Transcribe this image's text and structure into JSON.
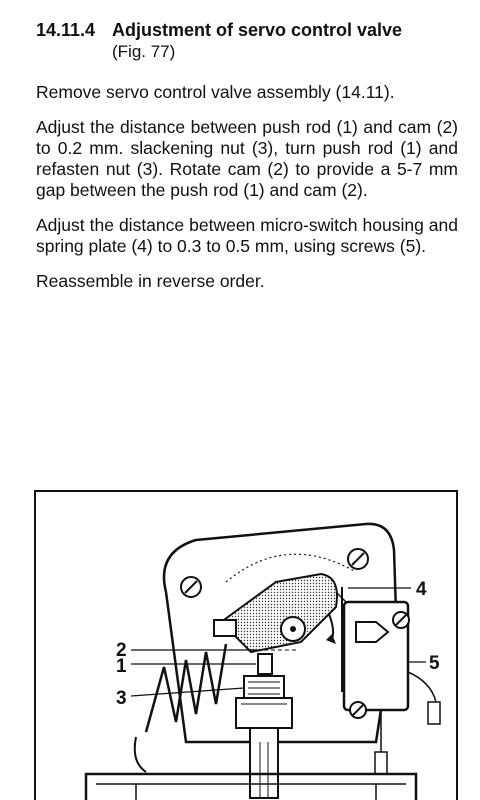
{
  "section": {
    "number": "14.11.4",
    "title": "Adjustment of servo control valve",
    "fig_ref": "(Fig. 77)"
  },
  "paragraphs": [
    "Remove servo control valve assembly (14.11).",
    "Adjust the distance between push rod (1) and cam (2) to 0.2 mm. slackening nut (3), turn push rod (1) and refasten nut (3). Rotate cam (2) to provide a 5-7 mm gap between the push rod (1) and cam (2).",
    "Adjust the distance between micro-switch housing and spring plate (4) to 0.3 to 0.5 mm, using screws (5).",
    "Reassemble in reverse order."
  ],
  "figure": {
    "callouts": {
      "c1": "1",
      "c2": "2",
      "c3": "3",
      "c4": "4",
      "c5": "5"
    }
  }
}
